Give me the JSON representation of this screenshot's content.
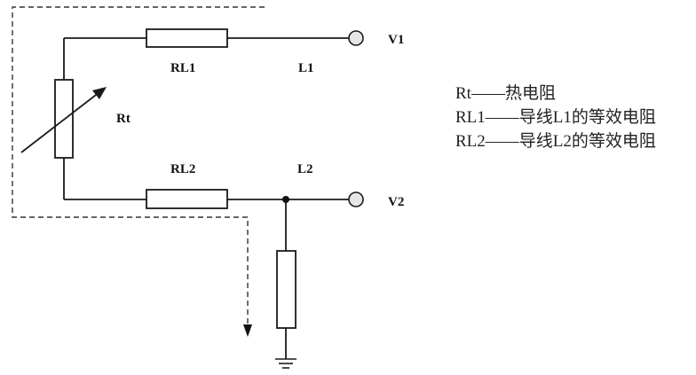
{
  "labels": {
    "rl1": "RL1",
    "l1": "L1",
    "v1": "V1",
    "rt": "Rt",
    "rl2": "RL2",
    "l2": "L2",
    "v2": "V2"
  },
  "legend": [
    "Rt——热电阻",
    "RL1——导线L1的等效电阻",
    "RL2——导线L2的等效电阻"
  ],
  "colors": {
    "line": "#1a1a1a",
    "terminal_fill": "#e6e6e6",
    "dashed": "#333333"
  }
}
